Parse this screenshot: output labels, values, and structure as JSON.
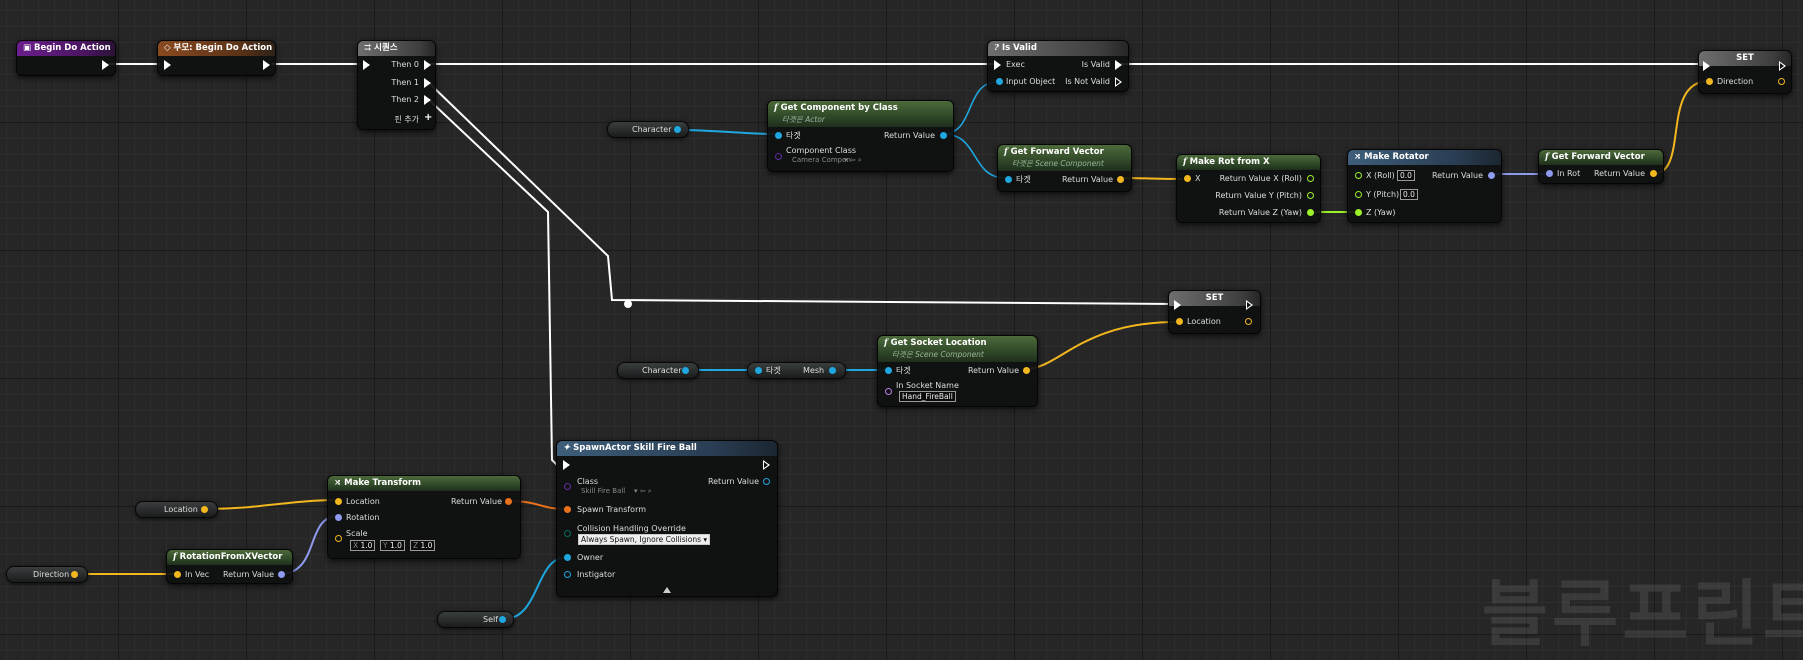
{
  "colors": {
    "exec": "#ffffff",
    "object": "#1fa7e0",
    "vector": "#f2b61f",
    "rotator": "#8e9cf0",
    "transform": "#e8711c",
    "class": "#5d2ca0",
    "name": "#c37cea",
    "byte": "#0b6a5d",
    "accent_green": "#9ef22a"
  },
  "nodes": {
    "begin_do_action": {
      "title": "Begin Do Action"
    },
    "parent_begin": {
      "title": "부모: Begin Do Action"
    },
    "sequence": {
      "title": "시퀀스",
      "then0": "Then 0",
      "then1": "Then 1",
      "then2": "Then 2",
      "add_pin": "핀 추가"
    },
    "is_valid": {
      "title": "Is Valid",
      "exec": "Exec",
      "input_object": "Input Object",
      "is_valid": "Is Valid",
      "is_not_valid": "Is Not Valid"
    },
    "set_direction": {
      "title": "SET",
      "pin": "Direction"
    },
    "get_component": {
      "title": "Get Component by Class",
      "subtitle": "타겟은 Actor",
      "target": "타겟",
      "component_class": "Component Class",
      "class_value": "Camera Compon",
      "return_value": "Return Value"
    },
    "get_forward1": {
      "title": "Get Forward Vector",
      "subtitle": "타겟은 Scene Component",
      "target": "타겟",
      "return_value": "Return Value"
    },
    "make_rot_x": {
      "title": "Make Rot from X",
      "x": "X",
      "rx": "Return Value X (Roll)",
      "ry": "Return Value Y (Pitch)",
      "rz": "Return Value Z (Yaw)"
    },
    "make_rotator": {
      "title": "Make Rotator",
      "x": "X (Roll)",
      "x_val": "0.0",
      "y": "Y (Pitch)",
      "y_val": "0.0",
      "z": "Z (Yaw)",
      "return_value": "Return Value"
    },
    "get_forward2": {
      "title": "Get Forward Vector",
      "in_rot": "In Rot",
      "return_value": "Return Value"
    },
    "set_location": {
      "title": "SET",
      "pin": "Location"
    },
    "get_socket": {
      "title": "Get Socket Location",
      "subtitle": "타겟은 Scene Component",
      "target": "타겟",
      "socket_label": "In Socket Name",
      "socket_value": "Hand_FireBall",
      "return_value": "Return Value"
    },
    "spawn_actor": {
      "title": "SpawnActor Skill Fire Ball",
      "class": "Class",
      "class_value": "Skill Fire Ball",
      "return_value": "Return Value",
      "spawn_transform": "Spawn Transform",
      "collision": "Collision Handling Override",
      "collision_value": "Always Spawn, Ignore Collisions",
      "owner": "Owner",
      "instigator": "Instigator"
    },
    "make_transform": {
      "title": "Make Transform",
      "location": "Location",
      "rotation": "Rotation",
      "scale": "Scale",
      "return_value": "Return Value",
      "sx": "1.0",
      "sy": "1.0",
      "sz": "1.0",
      "lx": "X",
      "ly": "Y",
      "lz": "Z"
    },
    "rotation_from_x": {
      "title": "RotationFromXVector",
      "in_vec": "In Vec",
      "return_value": "Return Value"
    }
  },
  "vars": {
    "character1": "Character",
    "character2": "Character",
    "target_mesh_target": "타겟",
    "target_mesh_label": "Mesh",
    "location": "Location",
    "direction": "Direction",
    "self": "Self"
  },
  "watermark": "블루프린트"
}
